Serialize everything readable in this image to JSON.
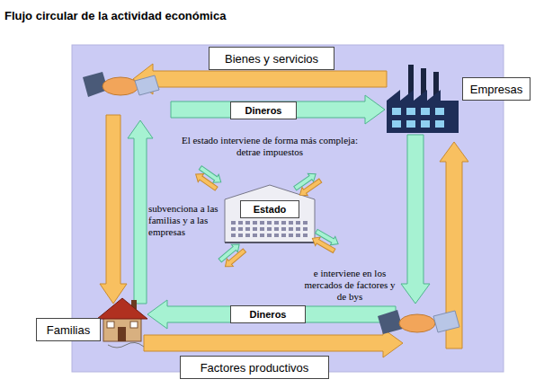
{
  "diagram": {
    "title": "Flujo circular de la actividad económica",
    "nodes": [
      {
        "text": [
          "Bienes y servicios"
        ]
      },
      {
        "text": [
          "Empresas"
        ]
      },
      {
        "text": [
          "Dineros"
        ]
      },
      {
        "text": [
          "Estado"
        ]
      },
      {
        "text": [
          "Dineros"
        ]
      },
      {
        "text": [
          "Familias"
        ]
      },
      {
        "text": [
          "Factores productivos"
        ]
      }
    ],
    "labels": [
      "El estado interviene de forma más compleja: detrae impuestos",
      "subvenciona a las familias y a las empresas",
      "e interviene en los mercados de factores y de bys"
    ]
  }
}
